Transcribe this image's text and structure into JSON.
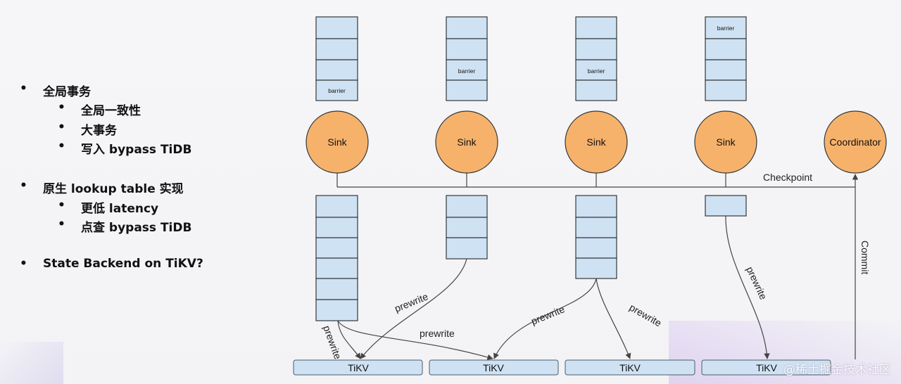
{
  "bullets": [
    {
      "level": 1,
      "text": "全局事务"
    },
    {
      "level": 2,
      "text": "全局一致性"
    },
    {
      "level": 2,
      "text": "大事务"
    },
    {
      "level": 2,
      "text": "写入 bypass TiDB"
    },
    {
      "level": 1,
      "text": "原生 lookup table 实现"
    },
    {
      "level": 2,
      "text": "更低 latency"
    },
    {
      "level": 2,
      "text": "点查 bypass TiDB"
    },
    {
      "level": 1,
      "text": "State Backend on TiKV?"
    }
  ],
  "bullet_symbol": "•",
  "diagram": {
    "sink_label": "Sink",
    "coordinator_label": "Coordinator",
    "checkpoint_label": "Checkpoint",
    "commit_label": "Commit",
    "barrier_label": "barrier",
    "prewrite_label": "prewrite",
    "tikv_label": "TiKV",
    "colors": {
      "sink_fill": "#f6b26b",
      "cell_fill": "#cfe2f3",
      "tikv_fill": "#cfe2f3",
      "stroke": "#33373b"
    }
  },
  "watermark": "@稀土掘金技术社区"
}
